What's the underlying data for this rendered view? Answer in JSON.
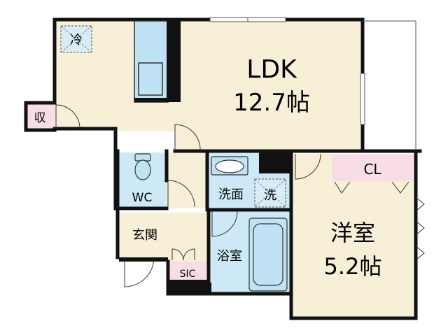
{
  "rooms": {
    "ldk": {
      "name": "LDK",
      "size": "12.7帖"
    },
    "western": {
      "name": "洋室",
      "size": "5.2帖"
    },
    "closet": "CL",
    "storage": "収",
    "fridge": "冷",
    "wc": "WC",
    "washroom": "洗面",
    "washer": "洗",
    "entrance": "玄関",
    "sic": "SIC",
    "bathroom": "浴室"
  },
  "colors": {
    "floor_living": "#f7f0d6",
    "floor_wet": "#cde9f7",
    "storage_pink": "#f9dde6",
    "wall": "#111111",
    "fixture_blue": "#bfe3f4"
  }
}
